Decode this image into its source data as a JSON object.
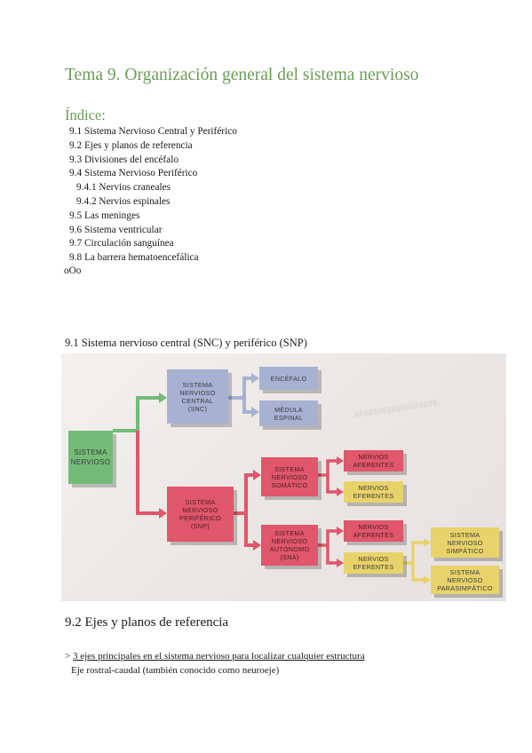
{
  "title": "Tema 9. Organización general del sistema nervioso",
  "index": {
    "heading": "Índice:",
    "items": [
      {
        "label": "9.1 Sistema Nervioso Central y Periférico",
        "sub": false
      },
      {
        "label": "9.2 Ejes y planos de referencia",
        "sub": false
      },
      {
        "label": "9.3 Divisiones del encéfalo",
        "sub": false
      },
      {
        "label": "9.4 Sistema Nervioso Periférico",
        "sub": false
      },
      {
        "label": "9.4.1 Nervios craneales",
        "sub": true
      },
      {
        "label": "9.4.2 Nervios espinales",
        "sub": true
      },
      {
        "label": "9.5 Las meninges",
        "sub": false
      },
      {
        "label": "9.6 Sistema ventricular",
        "sub": false
      },
      {
        "label": "9.7 Circulación sanguínea",
        "sub": false
      },
      {
        "label": "9.8 La barrera hematoencefálica",
        "sub": false
      }
    ],
    "end_mark": "oOo"
  },
  "section_snc": {
    "heading": "9.1 Sistema nervioso central (SNC) y periférico (SNP)",
    "diagram": {
      "root": "SISTEMA\nNERVIOSO",
      "snc": "SISTEMA\nNERVIOSO\nCENTRAL\n(SNC)",
      "encefalo": "ENCÉFALO",
      "medula": "MÉDULA\nESPINAL",
      "snp": "SISTEMA\nNERVIOSO\nPERIFÉRICO\n(SNP)",
      "somatico": "SISTEMA\nNERVIOSO\nSOMÁTICO",
      "autonomo": "SISTEMA\nNERVIOSO\nAUTÓNOMO\n(SNA)",
      "som_aferentes": "NERVIOS\nAFERENTES",
      "som_eferentes": "NERVIOS\nEFERENTES",
      "aut_aferentes": "NERVIOS\nAFERENTES",
      "aut_eferentes": "NERVIOS\nEFERENTES",
      "simpatico": "SISTEMA\nNERVIOSO\nSIMPÁTICO",
      "parasimpatico": "SISTEMA\nNERVIOSO\nPARASIMPÁTICO",
      "colors": {
        "green": "#74bb78",
        "blue": "#a7b2d3",
        "red": "#e0566a",
        "yellow": "#e8d36a"
      }
    }
  },
  "section_ejes": {
    "heading": "9.2 Ejes y planos de referencia",
    "bullet_prefix": "> ",
    "bullet_text": "3 ejes principales en el sistema nervioso para localizar cualquier estructura",
    "line2": "Eje rostral-caudal (también conocido como neuroeje)"
  }
}
